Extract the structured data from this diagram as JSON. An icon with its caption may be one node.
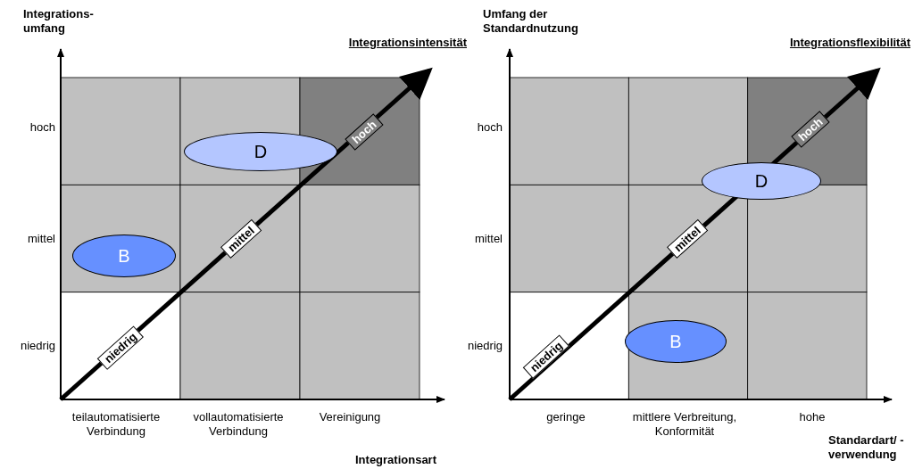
{
  "diagram": {
    "nodes": [
      {
        "text": [
          "hoch"
        ]
      },
      {
        "text": [
          "D"
        ]
      },
      {
        "text": [
          "mittel"
        ]
      },
      {
        "text": [
          "B"
        ]
      },
      {
        "text": [
          "niedrig"
        ]
      },
      {
        "text": [
          "hoch"
        ]
      },
      {
        "text": [
          "D"
        ]
      },
      {
        "text": [
          "mittel"
        ]
      },
      {
        "text": [
          "B"
        ]
      },
      {
        "text": [
          "niedrig"
        ]
      }
    ],
    "labels": [
      "Integrations- umfang",
      "Integrationsintensität",
      "hoch",
      "mittel",
      "niedrig",
      "teilautomatisierte Verbindung",
      "vollautomatisierte Verbindung",
      "Vereinigung",
      "Integrationsart",
      "Umfang der Standardnutzung",
      "Integrationsflexibilität",
      "hoch",
      "mittel",
      "niedrig",
      "geringe",
      "mittlere Verbreitung, Konformität",
      "hohe",
      "Standardart/ -verwendung"
    ]
  }
}
